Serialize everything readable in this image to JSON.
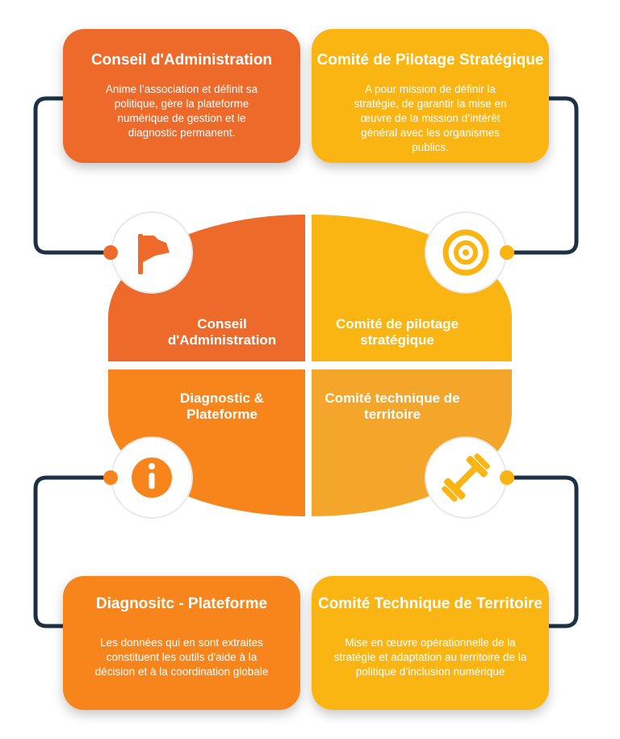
{
  "cards": {
    "conseil": {
      "title": "Conseil d'Administration",
      "desc": "Anime l’association et définit sa politique, gère la plateforme numérique de gestion et le diagnostic permanent."
    },
    "comite_pilotage": {
      "title": "Comité de Pilotage Stratégique",
      "desc": "A pour mission de définir la stratégie, de garantir la mise en œuvre de la mission d’intérêt général avec les organismes publics."
    },
    "diagnostic": {
      "title": "Diagnositc - Plateforme",
      "desc": "Les données qui en sont extraites constituent les outils d'aide à la décision et à la coordination globale"
    },
    "comite_technique": {
      "title": "Comité Technique de Territoire",
      "desc": "Mise en œuvre opérationnelle de la stratégie et adaptation au territoire de la politique d’inclusion numérique"
    }
  },
  "quadrants": {
    "conseil": "Conseil d'Administration",
    "comite_pilotage": "Comité de pilotage stratégique",
    "diagnostic": "Diagnostic & Plateforme",
    "comite_technique": "Comité technique de territoire"
  },
  "icons": {
    "conseil": "flag-icon",
    "comite_pilotage": "target-icon",
    "diagnostic": "info-icon",
    "comite_technique": "dumbbell-icon"
  },
  "colors": {
    "conseil": "#ed6a2a",
    "comite_pilotage": "#fbb513",
    "diagnostic": "#f8851b",
    "comite_technique": "#f4a62a",
    "connector": "#1d3144"
  }
}
